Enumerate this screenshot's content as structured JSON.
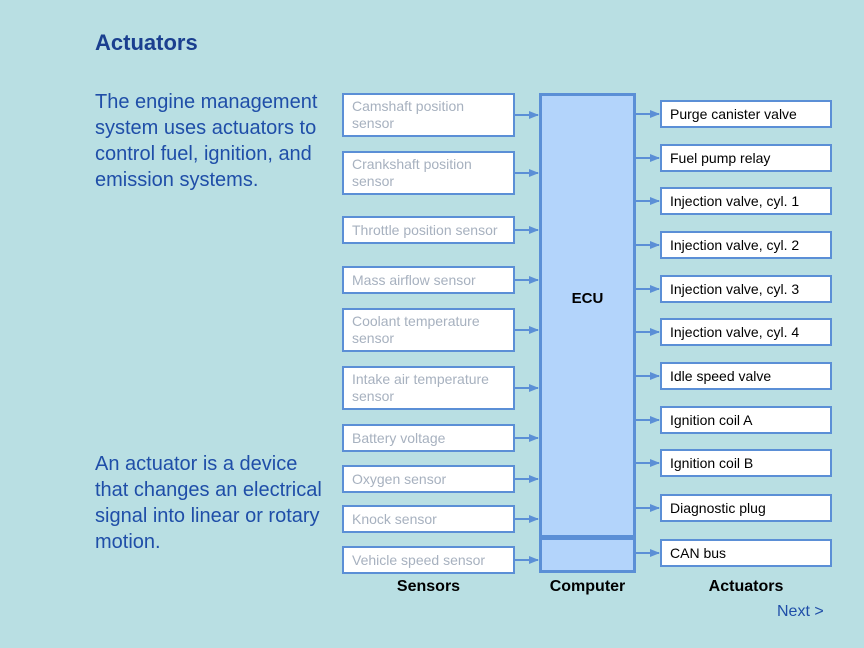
{
  "title": "Actuators",
  "intro": "The engine management system uses actuators to control fuel, ignition, and emission systems.",
  "note": "An actuator is a device that changes an electrical signal into linear or rotary motion.",
  "sensors": [
    "Camshaft position sensor",
    "Crankshaft position sensor",
    "Throttle position sensor",
    "Mass airflow sensor",
    "Coolant temperature sensor",
    "Intake air temperature sensor",
    "Battery voltage",
    "Oxygen sensor",
    "Knock sensor",
    "Vehicle speed sensor"
  ],
  "ecu_label": "ECU",
  "actuators": [
    "Purge canister valve",
    "Fuel pump relay",
    "Injection valve, cyl. 1",
    "Injection valve, cyl. 2",
    "Injection valve, cyl. 3",
    "Injection valve, cyl. 4",
    "Idle speed valve",
    "Ignition coil A",
    "Ignition coil B",
    "Diagnostic plug",
    "CAN bus"
  ],
  "columns": {
    "sensors": "Sensors",
    "computer": "Computer",
    "actuators": "Actuators"
  },
  "next_label": "Next >",
  "colors": {
    "background": "#b9dfe3",
    "box_border": "#5b8fd6",
    "ecu_fill": "#b3d4fb",
    "heading": "#1a3f8f",
    "text_blue": "#1f4ea8"
  }
}
